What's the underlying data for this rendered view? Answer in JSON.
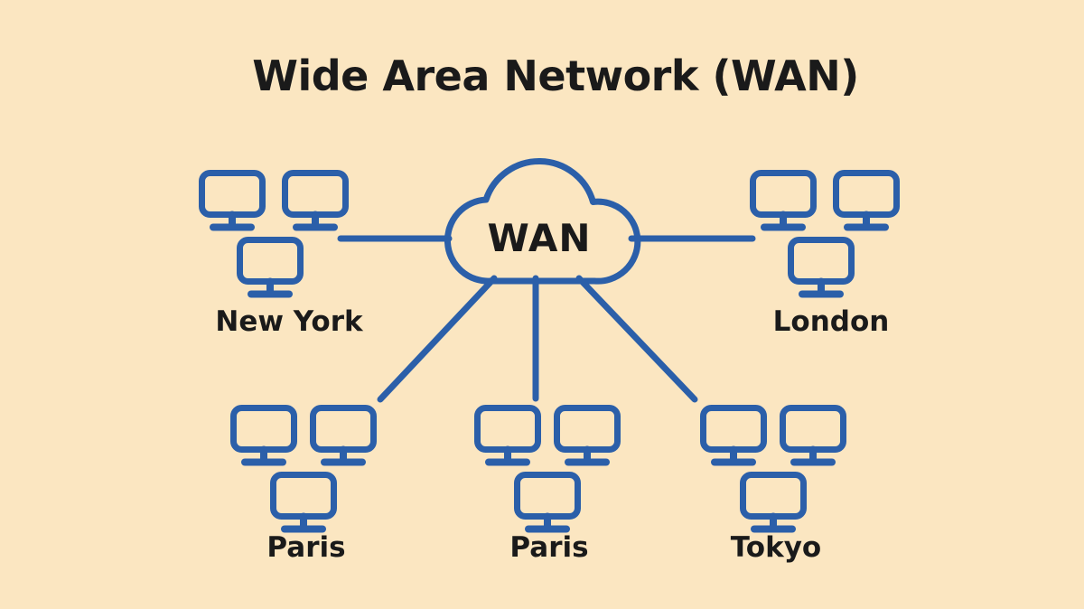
{
  "title": "Wide Area Network (WAN)",
  "cloud": {
    "label": "WAN"
  },
  "sites": [
    {
      "id": "new-york",
      "label": "New York",
      "computers": 3
    },
    {
      "id": "london",
      "label": "London",
      "computers": 3
    },
    {
      "id": "paris-1",
      "label": "Paris",
      "computers": 3
    },
    {
      "id": "paris-2",
      "label": "Paris",
      "computers": 3
    },
    {
      "id": "tokyo",
      "label": "Tokyo",
      "computers": 3
    }
  ],
  "connections": [
    {
      "from": "new-york",
      "to": "wan"
    },
    {
      "from": "london",
      "to": "wan"
    },
    {
      "from": "paris-1",
      "to": "wan"
    },
    {
      "from": "paris-2",
      "to": "wan"
    },
    {
      "from": "tokyo",
      "to": "wan"
    }
  ],
  "icons": {
    "computer": "monitor-icon",
    "network": "cloud-icon"
  },
  "colors": {
    "background": "#FBE6C1",
    "line": "#2B5FA9",
    "text": "#1A1A1A"
  }
}
